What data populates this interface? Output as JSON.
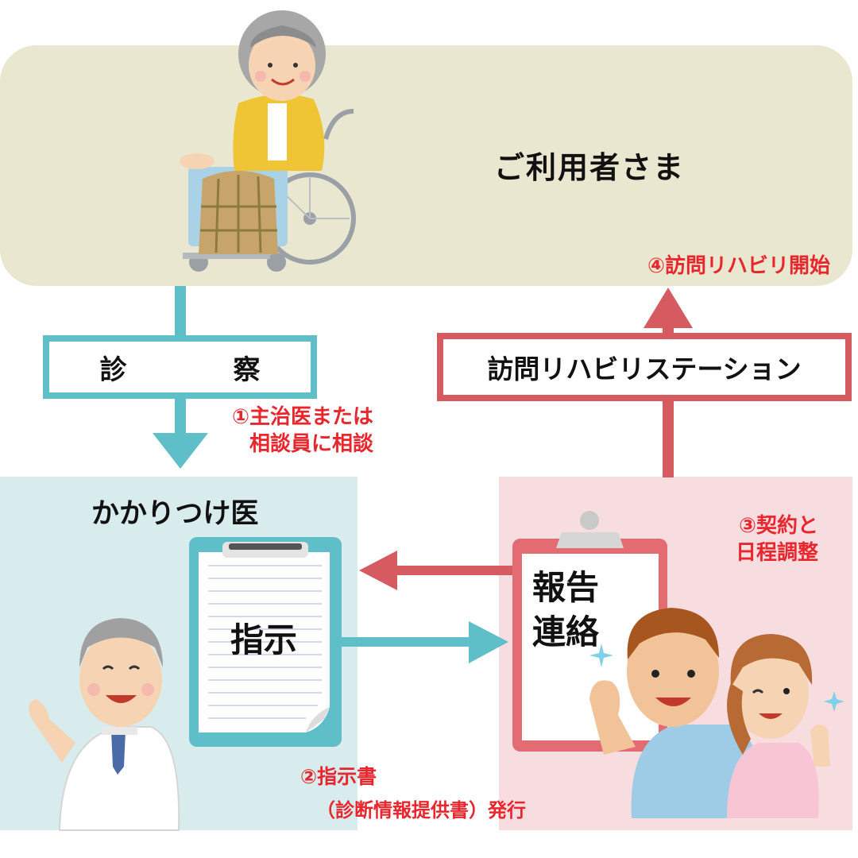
{
  "panels": {
    "user_title": "ご利用者さま",
    "doctor_title": "かかりつけ医"
  },
  "boxes": {
    "shinsatsu": "診　察",
    "station": "訪問リハビリステーション"
  },
  "steps": {
    "step1_line1": "①主治医または",
    "step1_line2": "相談員に相談",
    "step2_line1": "②指示書",
    "step2_line2": "（診断情報提供書）発行",
    "step3_line1": "③契約と",
    "step3_line2": "日程調整",
    "step4": "④訪問リハビリ開始"
  },
  "clipboards": {
    "instruction": "指示",
    "report_line1": "報告",
    "report_line2": "連絡"
  },
  "colors": {
    "teal": "#5fbfc8",
    "red": "#d55b61",
    "note_red": "#e8262d",
    "top_panel": "#e9e7cf",
    "left_panel": "#d8ebed",
    "right_panel": "#f7dde0"
  }
}
